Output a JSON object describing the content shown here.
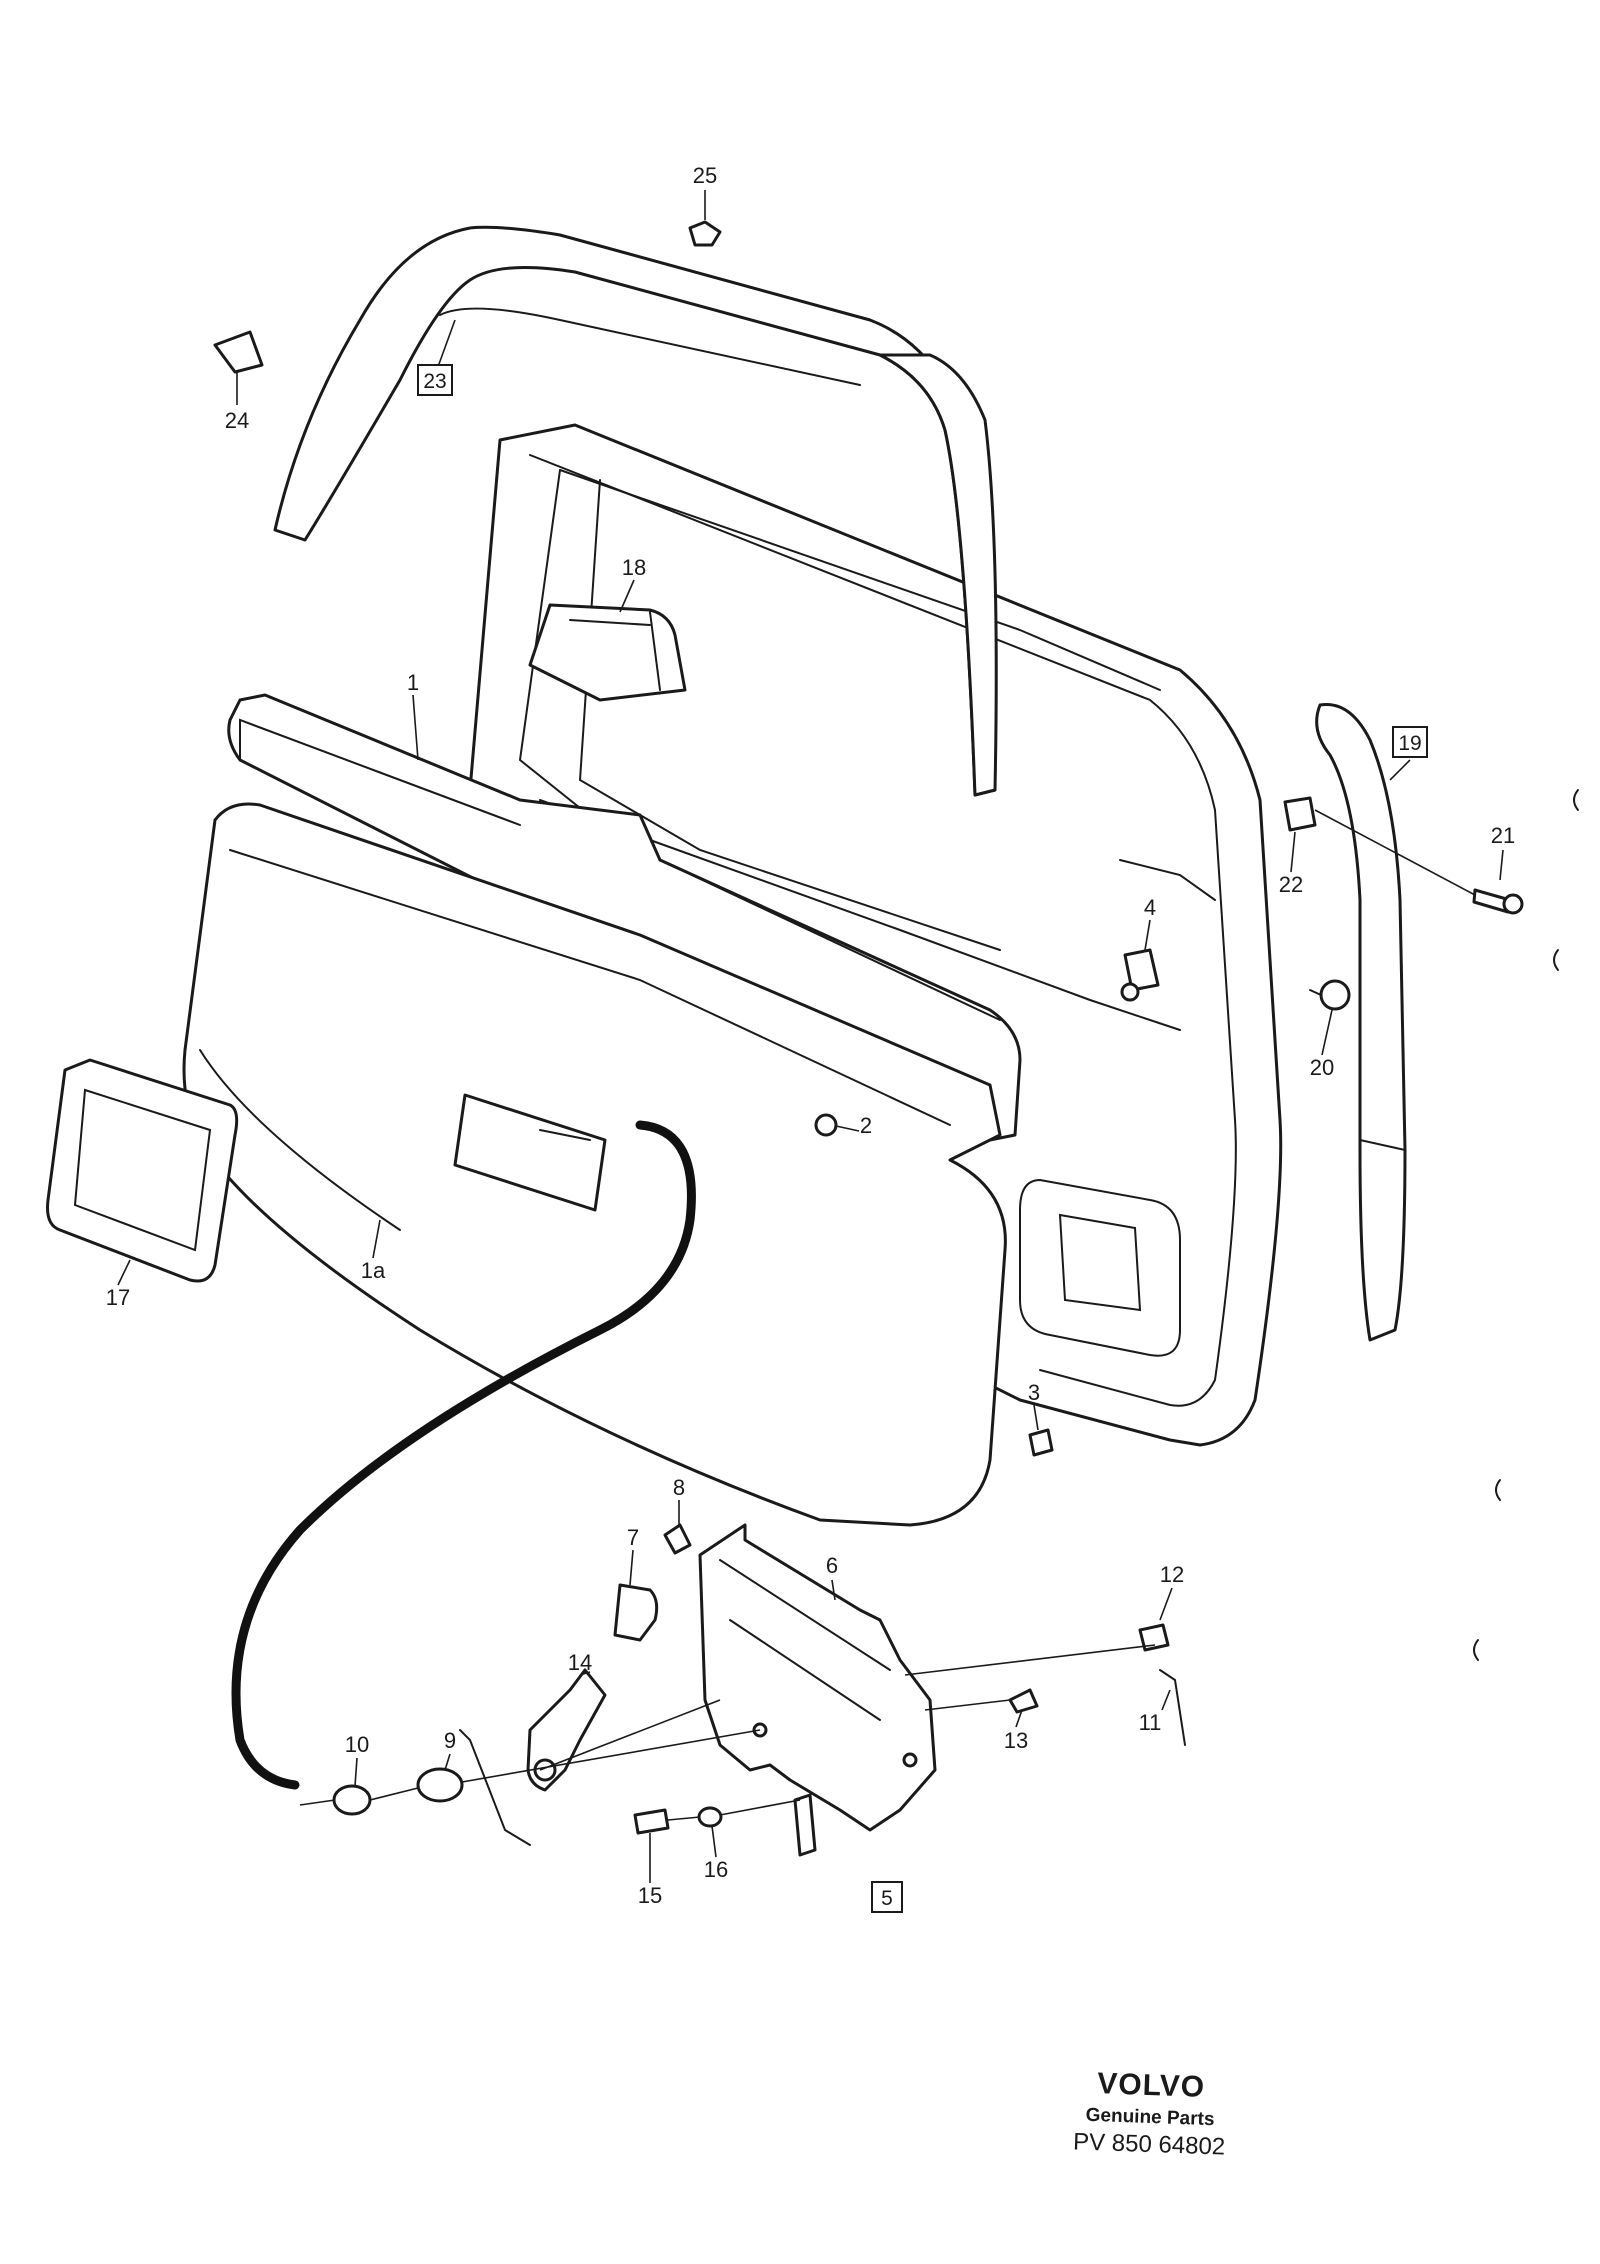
{
  "diagram": {
    "callouts": [
      {
        "id": "c25",
        "text": "25"
      },
      {
        "id": "c24",
        "text": "24"
      },
      {
        "id": "c23",
        "text": "23",
        "boxed": true
      },
      {
        "id": "c18",
        "text": "18"
      },
      {
        "id": "c1",
        "text": "1"
      },
      {
        "id": "c19",
        "text": "19",
        "boxed": true
      },
      {
        "id": "c21",
        "text": "21"
      },
      {
        "id": "c22",
        "text": "22"
      },
      {
        "id": "c4",
        "text": "4"
      },
      {
        "id": "c20",
        "text": "20"
      },
      {
        "id": "c2",
        "text": "2"
      },
      {
        "id": "c17",
        "text": "17"
      },
      {
        "id": "c1a",
        "text": "1a"
      },
      {
        "id": "c3",
        "text": "3"
      },
      {
        "id": "c8",
        "text": "8"
      },
      {
        "id": "c7",
        "text": "7"
      },
      {
        "id": "c6",
        "text": "6"
      },
      {
        "id": "c12",
        "text": "12"
      },
      {
        "id": "c14",
        "text": "14"
      },
      {
        "id": "c11",
        "text": "11"
      },
      {
        "id": "c13",
        "text": "13"
      },
      {
        "id": "c10",
        "text": "10"
      },
      {
        "id": "c9",
        "text": "9"
      },
      {
        "id": "c15",
        "text": "15"
      },
      {
        "id": "c16",
        "text": "16"
      },
      {
        "id": "c5",
        "text": "5",
        "boxed": true
      }
    ],
    "footer": {
      "brand": "VOLVO",
      "subtitle": "Genuine Parts",
      "code": "PV  850  64802"
    },
    "colors": {
      "ink": "#1a1a1a",
      "paper": "#ffffff"
    }
  }
}
